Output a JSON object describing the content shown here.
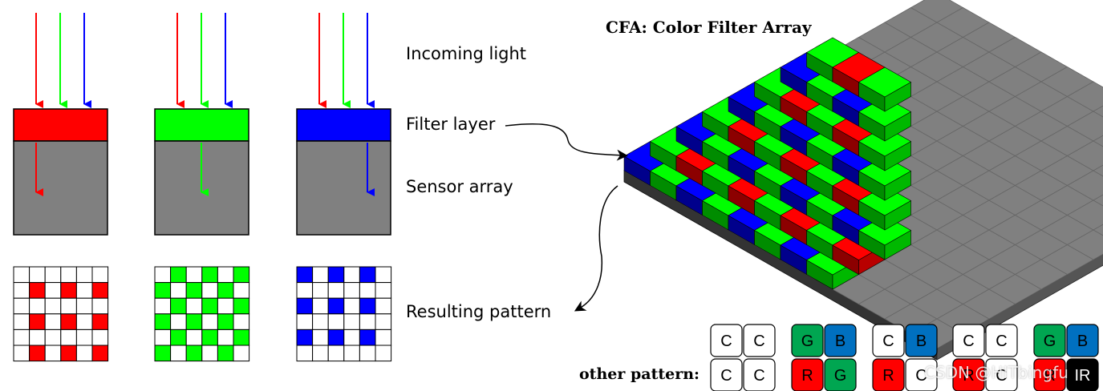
{
  "labels": {
    "incoming_light": "Incoming light",
    "filter_layer": "Filter layer",
    "sensor_array": "Sensor array",
    "resulting_pattern": "Resulting pattern"
  },
  "cfa_title": "CFA: Color Filter Array",
  "other_pattern_label": "other pattern:",
  "watermark": "CSDN @HITbingfu",
  "colors": {
    "red": "#ff0000",
    "green": "#00ff00",
    "blue": "#0000ff",
    "sensor_gray": "#808080",
    "dark_green": "#00a651",
    "dark_blue": "#0070c0",
    "pattern_red": "#ff0000",
    "pattern_black": "#000000"
  },
  "channels": [
    "red",
    "green",
    "blue"
  ],
  "patterns": [
    {
      "cells": [
        {
          "t": "C",
          "c": "white"
        },
        {
          "t": "C",
          "c": "white"
        },
        {
          "t": "C",
          "c": "white"
        },
        {
          "t": "C",
          "c": "white"
        }
      ]
    },
    {
      "cells": [
        {
          "t": "G",
          "c": "dark_green"
        },
        {
          "t": "B",
          "c": "dark_blue"
        },
        {
          "t": "R",
          "c": "pattern_red"
        },
        {
          "t": "G",
          "c": "dark_green"
        }
      ]
    },
    {
      "cells": [
        {
          "t": "C",
          "c": "white"
        },
        {
          "t": "B",
          "c": "dark_blue"
        },
        {
          "t": "R",
          "c": "pattern_red"
        },
        {
          "t": "C",
          "c": "white"
        }
      ]
    },
    {
      "cells": [
        {
          "t": "C",
          "c": "white"
        },
        {
          "t": "C",
          "c": "white"
        },
        {
          "t": "R",
          "c": "pattern_red"
        },
        {
          "t": "C",
          "c": "white"
        }
      ]
    },
    {
      "cells": [
        {
          "t": "G",
          "c": "dark_green"
        },
        {
          "t": "B",
          "c": "dark_blue"
        },
        {
          "t": "R",
          "c": "pattern_red"
        },
        {
          "t": "IR",
          "c": "pattern_black"
        }
      ]
    }
  ]
}
